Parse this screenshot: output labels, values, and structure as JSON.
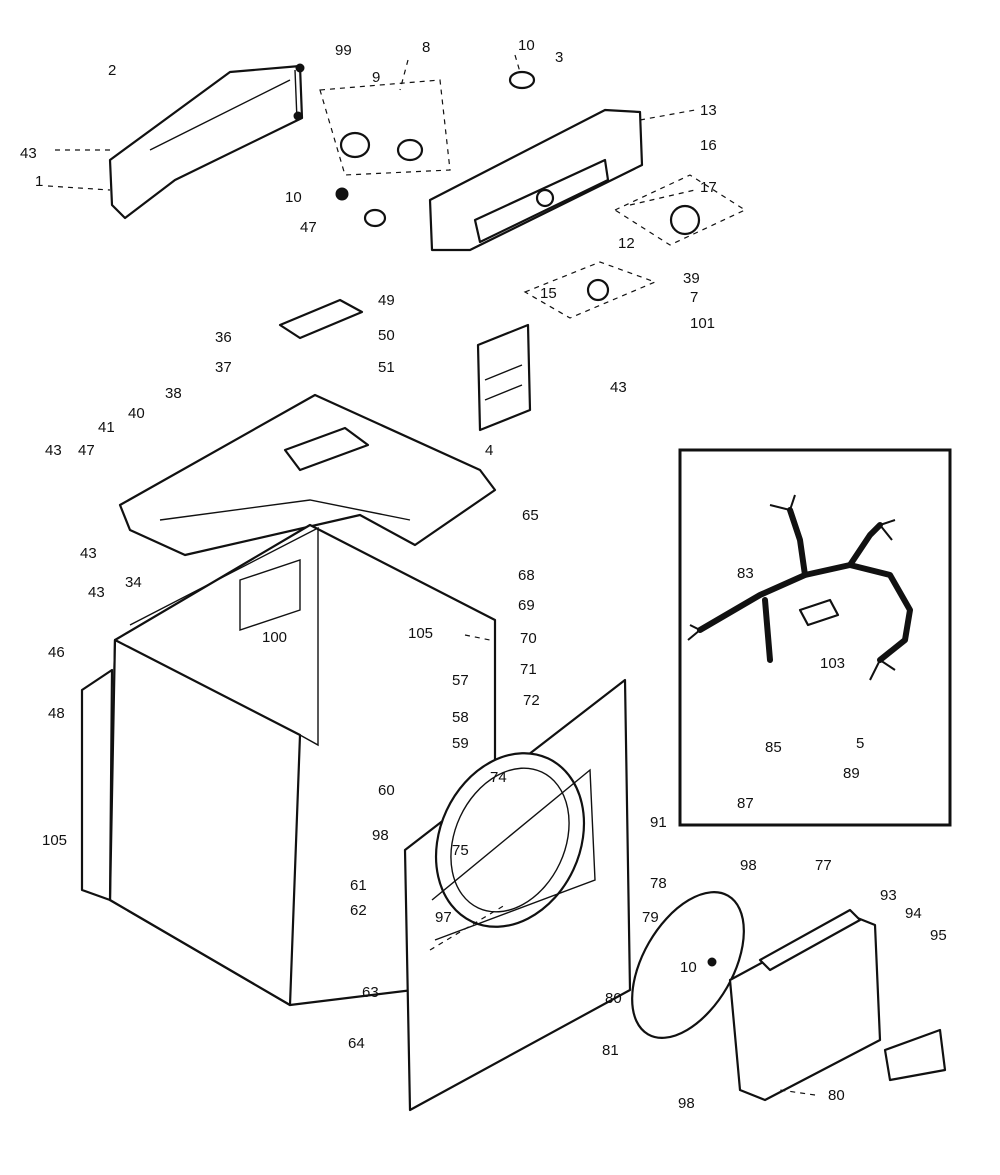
{
  "labels": {
    "p1": "1",
    "p2": "2",
    "p3": "3",
    "p4": "4",
    "p5": "5",
    "p7": "7",
    "p8": "8",
    "p9": "9",
    "p10a": "10",
    "p10b": "10",
    "p10c": "10",
    "p12": "12",
    "p13": "13",
    "p15": "15",
    "p16": "16",
    "p17": "17",
    "p34": "34",
    "p36": "36",
    "p37": "37",
    "p38": "38",
    "p39": "39",
    "p40": "40",
    "p41": "41",
    "p43a": "43",
    "p43b": "43",
    "p43c": "43",
    "p43d": "43",
    "p43e": "43",
    "p46": "46",
    "p47a": "47",
    "p47b": "47",
    "p48": "48",
    "p49": "49",
    "p50": "50",
    "p51": "51",
    "p57": "57",
    "p58": "58",
    "p59": "59",
    "p60": "60",
    "p61": "61",
    "p62": "62",
    "p63": "63",
    "p64": "64",
    "p65": "65",
    "p68": "68",
    "p69": "69",
    "p70": "70",
    "p71": "71",
    "p72": "72",
    "p74": "74",
    "p75": "75",
    "p77": "77",
    "p78": "78",
    "p79": "79",
    "p80a": "80",
    "p80b": "80",
    "p81": "81",
    "p83": "83",
    "p85": "85",
    "p87": "87",
    "p89": "89",
    "p91": "91",
    "p93": "93",
    "p94": "94",
    "p95": "95",
    "p97": "97",
    "p98a": "98",
    "p98b": "98",
    "p98c": "98",
    "p99": "99",
    "p100": "100",
    "p101": "101",
    "p103": "103",
    "p105a": "105",
    "p105b": "105"
  }
}
